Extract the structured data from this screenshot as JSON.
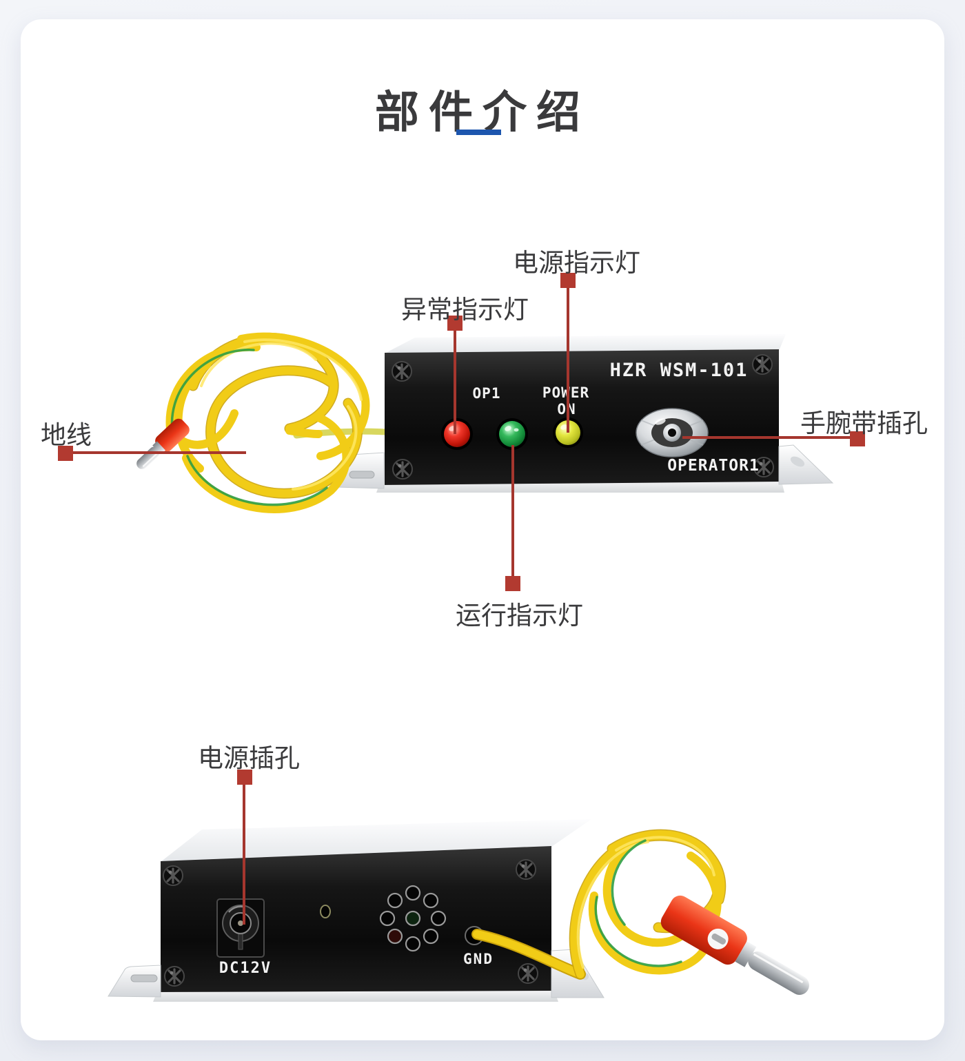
{
  "title": {
    "text": "部件介绍"
  },
  "callouts": {
    "power_led": {
      "label": "电源指示灯"
    },
    "abnormal_led": {
      "label": "异常指示灯"
    },
    "ground_wire": {
      "label": "地线"
    },
    "wrist_jack": {
      "label": "手腕带插孔"
    },
    "run_led": {
      "label": "运行指示灯"
    },
    "power_jack": {
      "label": "电源插孔"
    }
  },
  "device_front": {
    "model": "HZR WSM-101",
    "led1_label": "OP1",
    "power_line1": "POWER",
    "power_line2": "ON",
    "jack_label": "OPERATOR1"
  },
  "device_rear": {
    "dc_label": "DC12V",
    "gnd_label": "GND"
  },
  "colors": {
    "accent": "#1d56ae",
    "marker": "#b23a30",
    "marker-line": "#a5362e",
    "label-text": "#3b3b3d",
    "title-text": "#3a3a3c",
    "led-red": "#d42a1e",
    "led-green": "#1e9a44",
    "led-yellow": "#cdd12f",
    "wire-yellow": "#f2cd13",
    "plug-red": "#e8391f",
    "device-black": "#121212"
  }
}
